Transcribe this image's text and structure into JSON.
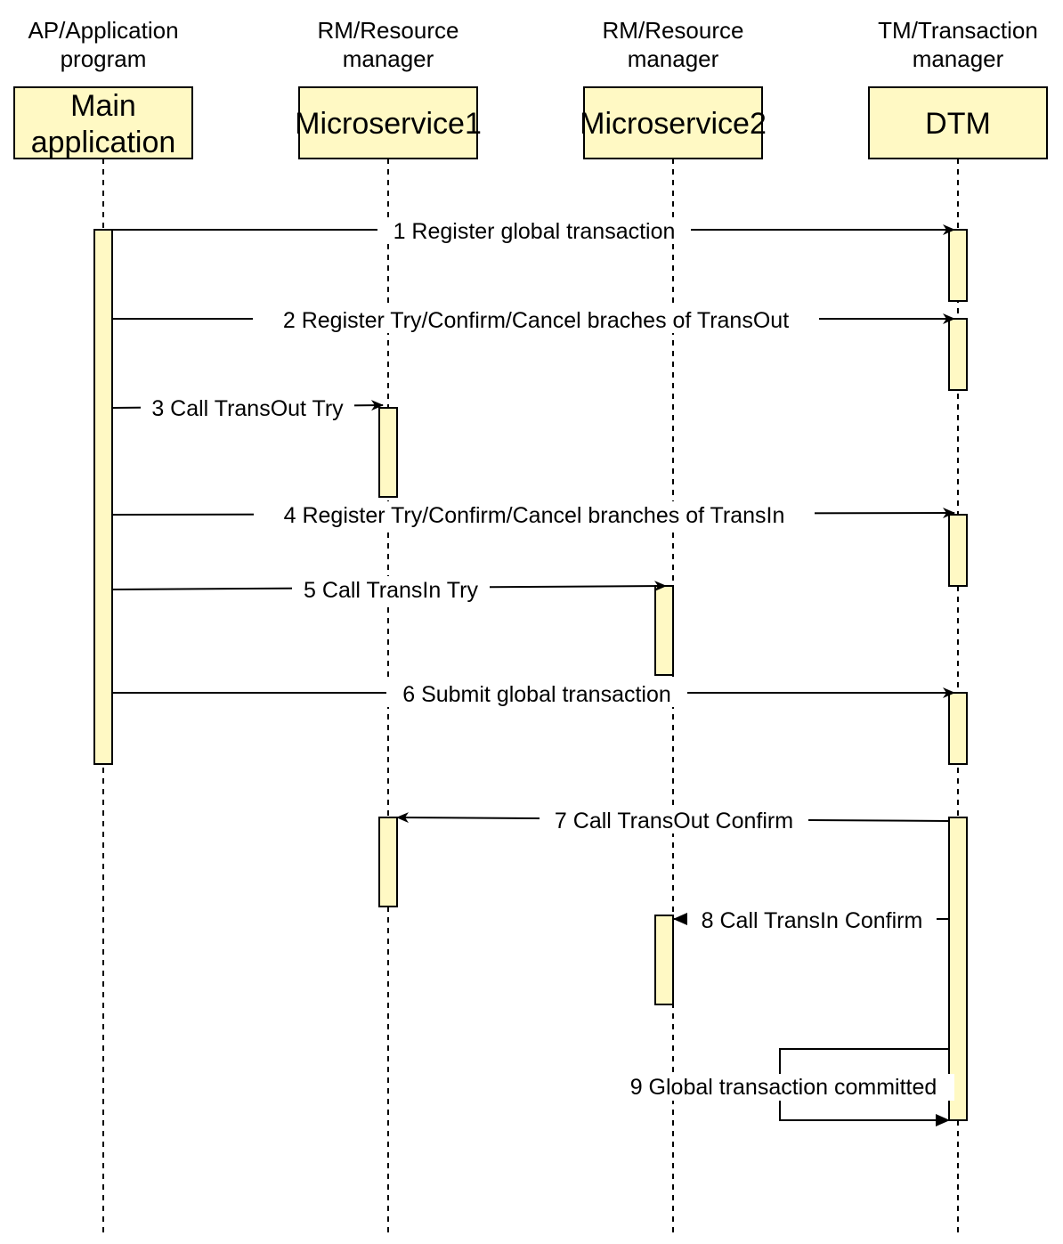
{
  "participants": [
    {
      "role_line1": "AP/Application",
      "role_line2": "program",
      "box_line1": "Main",
      "box_line2": "application"
    },
    {
      "role_line1": "RM/Resource",
      "role_line2": "manager",
      "box_line1": "Microservice1",
      "box_line2": ""
    },
    {
      "role_line1": "RM/Resource",
      "role_line2": "manager",
      "box_line1": "Microservice2",
      "box_line2": ""
    },
    {
      "role_line1": "TM/Transaction",
      "role_line2": "manager",
      "box_line1": "DTM",
      "box_line2": ""
    }
  ],
  "messages": [
    {
      "label": "1 Register global transaction"
    },
    {
      "label": "2 Register Try/Confirm/Cancel braches of TransOut"
    },
    {
      "label": "3 Call TransOut Try"
    },
    {
      "label": "4 Register Try/Confirm/Cancel branches of TransIn"
    },
    {
      "label": "5 Call TransIn Try"
    },
    {
      "label": "6 Submit global transaction"
    },
    {
      "label": "7 Call TransOut Confirm"
    },
    {
      "label": "8 Call TransIn Confirm"
    },
    {
      "label": "9 Global transaction committed"
    }
  ],
  "colors": {
    "box_fill": "#fff9c4",
    "stroke": "#000000",
    "background": "#ffffff"
  }
}
